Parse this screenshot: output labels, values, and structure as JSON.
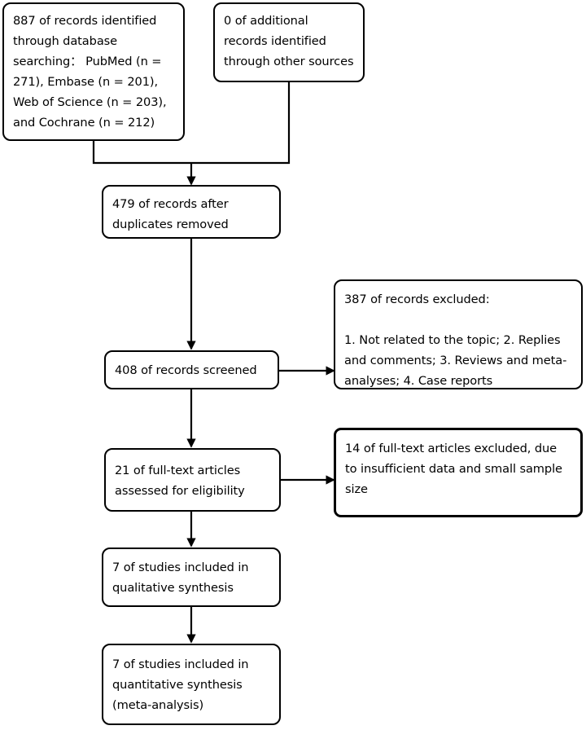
{
  "diagram": {
    "type": "prisma-flow-diagram",
    "title": "",
    "background_color": "#ffffff",
    "line_color": "#000000",
    "text_color": "#000000",
    "nodes": {
      "identification_database": {
        "text": "887 of records identified through database searching： PubMed (n = 271), Embase (n = 201), Web of Science (n = 203), and Cochrane (n = 212)",
        "count": 887
      },
      "identification_other": {
        "text": "0 of additional records identified through other sources",
        "count": 0
      },
      "duplicates_removed": {
        "text": "479 of records after duplicates removed",
        "count": 479
      },
      "records_screened": {
        "text": "408 of records screened",
        "count": 408
      },
      "records_excluded": {
        "text": "387 of records excluded:\n\n1. Not related to the topic; 2. Replies and comments; 3. Reviews and meta-analyses; 4. Case reports",
        "count": 387
      },
      "fulltext_assessed": {
        "text": "21 of full-text articles assessed for eligibility",
        "count": 21
      },
      "fulltext_excluded": {
        "text": "14 of full-text articles excluded, due to insufficient data and small sample size",
        "count": 14
      },
      "qualitative_synthesis": {
        "text": "7 of studies included in qualitative synthesis",
        "count": 7
      },
      "quantitative_synthesis": {
        "text": "7 of studies included in quantitative synthesis (meta-analysis)",
        "count": 7
      }
    }
  }
}
